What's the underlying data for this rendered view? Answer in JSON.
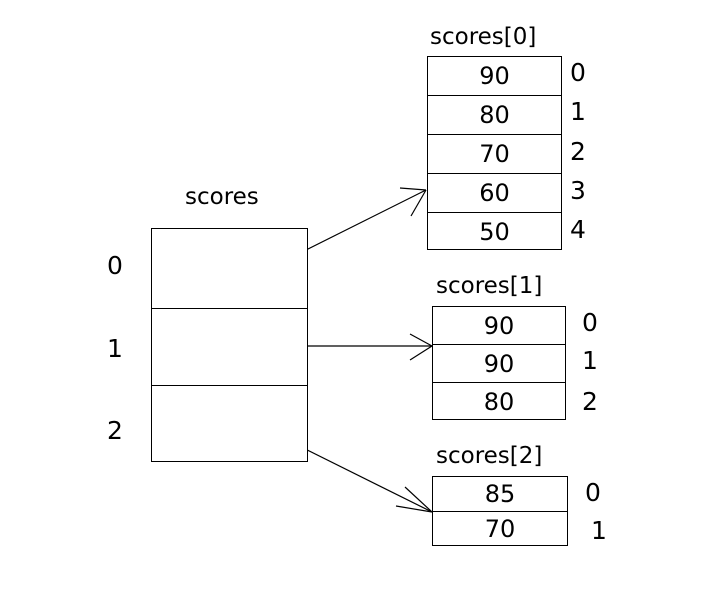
{
  "diagram": {
    "title_main": "scores",
    "main_array": {
      "label": "scores",
      "indices": [
        "0",
        "1",
        "2"
      ],
      "cells": [
        "",
        "",
        ""
      ]
    },
    "sub_arrays": [
      {
        "label": "scores[0]",
        "values": [
          "90",
          "80",
          "70",
          "60",
          "50"
        ],
        "indices": [
          "0",
          "1",
          "2",
          "3",
          "4"
        ]
      },
      {
        "label": "scores[1]",
        "values": [
          "90",
          "90",
          "80"
        ],
        "indices": [
          "0",
          "1",
          "2"
        ]
      },
      {
        "label": "scores[2]",
        "values": [
          "85",
          "70"
        ],
        "indices": [
          "0",
          "1"
        ]
      }
    ],
    "colors": {
      "stroke": "#000000",
      "background": "#ffffff"
    }
  }
}
